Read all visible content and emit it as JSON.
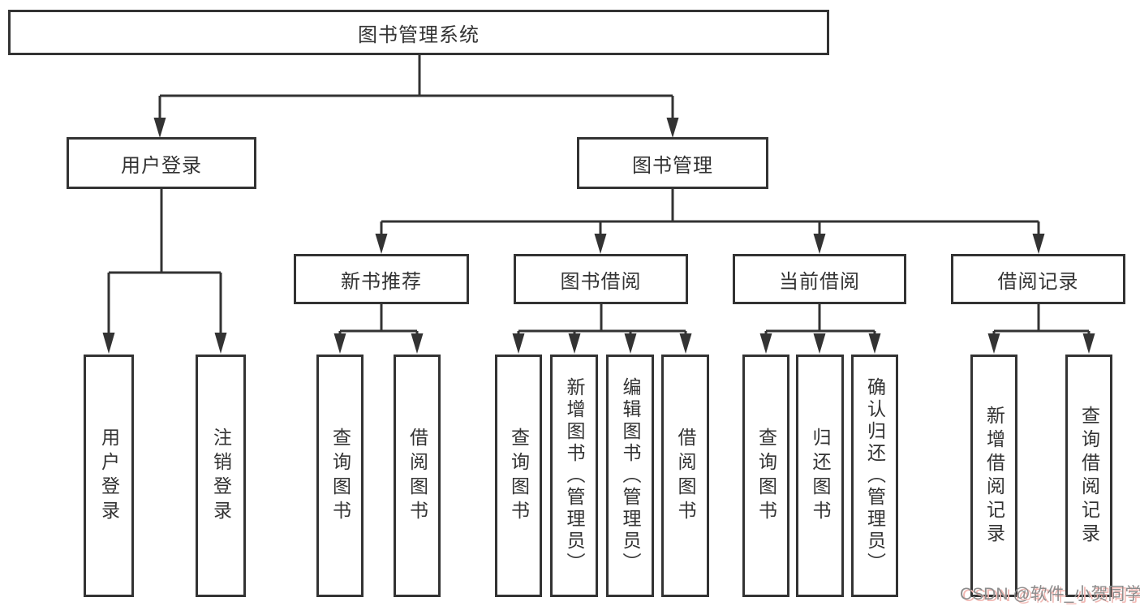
{
  "diagram_title": "图书管理系统",
  "nodes": {
    "root": {
      "label": "图书管理系统"
    },
    "user_login": {
      "label": "用户登录"
    },
    "book_mgmt": {
      "label": "图书管理"
    },
    "login": {
      "label": "用户登录"
    },
    "logout": {
      "label": "注销登录"
    },
    "new_book_rec": {
      "label": "新书推荐"
    },
    "book_borrow": {
      "label": "图书借阅"
    },
    "current_borrow": {
      "label": "当前借阅"
    },
    "borrow_records": {
      "label": "借阅记录"
    },
    "nbr_query": {
      "label": "查询图书"
    },
    "nbr_borrow": {
      "label": "借阅图书"
    },
    "bb_query": {
      "label": "查询图书"
    },
    "bb_add": {
      "label": "新增图书（管理员）"
    },
    "bb_edit": {
      "label": "编辑图书（管理员）"
    },
    "bb_borrow": {
      "label": "借阅图书"
    },
    "cb_query": {
      "label": "查询图书"
    },
    "cb_return": {
      "label": "归还图书"
    },
    "cb_confirm": {
      "label": "确认归还（管理员）"
    },
    "br_add": {
      "label": "新增借阅记录"
    },
    "br_query": {
      "label": "查询借阅记录"
    }
  },
  "colors": {
    "stroke": "#333333",
    "background": "#ffffff",
    "watermark_text": "#8d8d8d",
    "watermark_shadow": "#f1b7b2"
  },
  "watermark": {
    "text": "CSDN @软件_小贺同学"
  }
}
